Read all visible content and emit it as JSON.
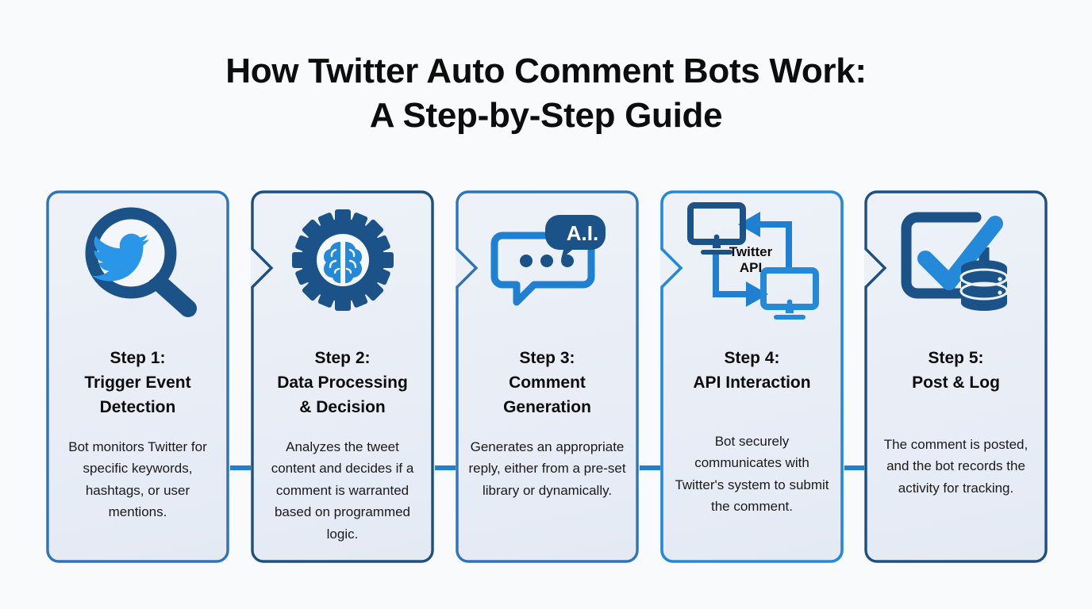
{
  "page": {
    "background_color": "#f8fafc",
    "title_lines": [
      "How Twitter Auto Comment Bots Work:",
      "A Step-by-Step Guide"
    ]
  },
  "colors": {
    "navy": "#1b5288",
    "navy_dark": "#174a7c",
    "blue": "#1f7fd1",
    "blue_bright": "#2389d8",
    "twitter_blue": "#2a96e8",
    "card_border_blue": "#2f74b8",
    "card_border_navy": "#1d4f80",
    "card_fill": "#e9eef7",
    "arrow_blue": "#1f7fd1",
    "text_dark": "#0d0d0d"
  },
  "steps": [
    {
      "id": "step-1",
      "icon": "magnifier-twitter-icon",
      "heading": "Step 1:\nTrigger Event\nDetection",
      "description": "Bot monitors Twitter for specific keywords, hashtags, or user mentions.",
      "border_color": "#2f74b8"
    },
    {
      "id": "step-2",
      "icon": "gear-brain-icon",
      "heading": "Step 2:\nData Processing\n& Decision",
      "description": "Analyzes the tweet content and decides if a comment is warranted based on programmed logic.",
      "border_color": "#1d4f80"
    },
    {
      "id": "step-3",
      "icon": "chat-bubble-ai-icon",
      "heading": "Step 3:\nComment\nGeneration",
      "description": "Generates an appropriate reply, either from a pre-set library or dynamically.",
      "border_color": "#2f74b8"
    },
    {
      "id": "step-4",
      "icon": "api-monitors-icon",
      "icon_label": "Twitter\nAPI",
      "heading": "Step 4:\nAPI Interaction",
      "description": "Bot securely communicates with Twitter's system to submit the comment.",
      "border_color": "#2389d8"
    },
    {
      "id": "step-5",
      "icon": "checkbox-database-icon",
      "heading": "Step 5:\nPost & Log",
      "description": "The comment is posted, and the bot records the activity for tracking.",
      "border_color": "#1d4f80"
    }
  ],
  "connectors": [
    {
      "id": "connector-1-2",
      "icon": "arrow-right-icon"
    },
    {
      "id": "connector-2-3",
      "icon": "arrow-right-icon"
    },
    {
      "id": "connector-3-4",
      "icon": "arrow-right-icon"
    },
    {
      "id": "connector-4-5",
      "icon": "arrow-right-icon"
    }
  ]
}
